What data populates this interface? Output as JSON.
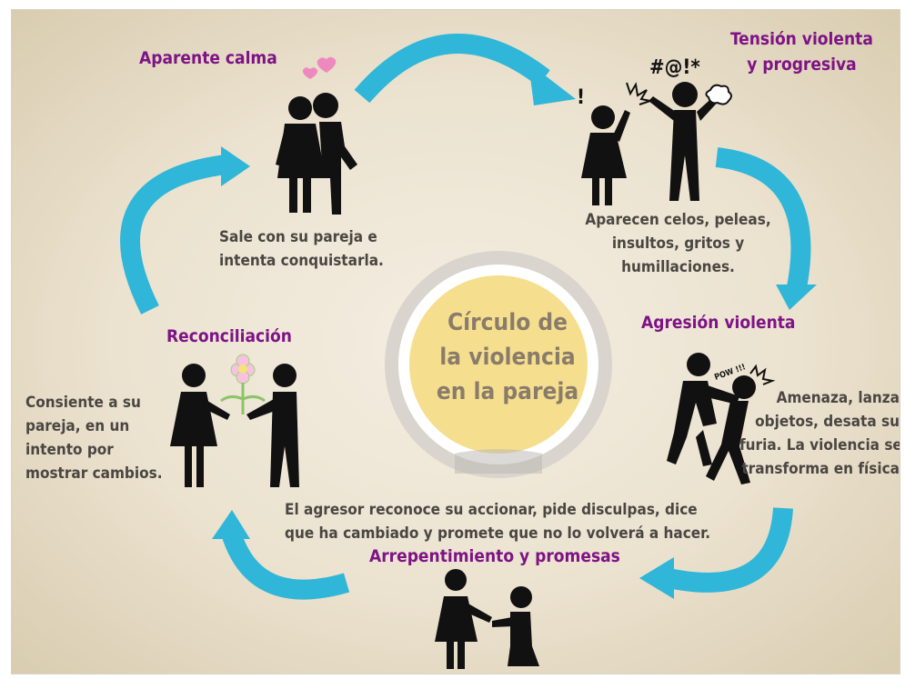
{
  "center": {
    "line1": "Círculo de",
    "line2": "la violencia",
    "line3": "en la pareja"
  },
  "stages": {
    "calm": {
      "title": "Aparente calma",
      "line1": "Sale con su pareja e",
      "line2": "intenta conquistarla."
    },
    "tension": {
      "title1": "Tensión violenta",
      "title2": "y progresiva",
      "line1": "Aparecen celos, peleas,",
      "line2": "insultos, gritos y",
      "line3": "humillaciones.",
      "symbols": "#@!*",
      "exclaim": "!"
    },
    "aggression": {
      "title": "Agresión violenta",
      "line1": "Amenaza, lanza",
      "line2": "objetos, desata su",
      "line3": "furia. La violencia se",
      "line4": "transforma en física",
      "pow": "POW !!!"
    },
    "regret": {
      "title": "Arrepentimiento y promesas",
      "line1": "El agresor reconoce su accionar, pide disculpas, dice",
      "line2": "que ha cambiado y promete que no lo volverá a hacer."
    },
    "reconciliation": {
      "title": "Reconciliación",
      "line1": "Consiente a su",
      "line2": "pareja, en un",
      "line3": "intento por",
      "line4": "mostrar cambios."
    }
  },
  "colors": {
    "arrow": "#2fb6d8",
    "title": "#7e1385",
    "text": "#4a4642",
    "center_fill": "#f5df8e",
    "ring": "#d9d4cd"
  }
}
